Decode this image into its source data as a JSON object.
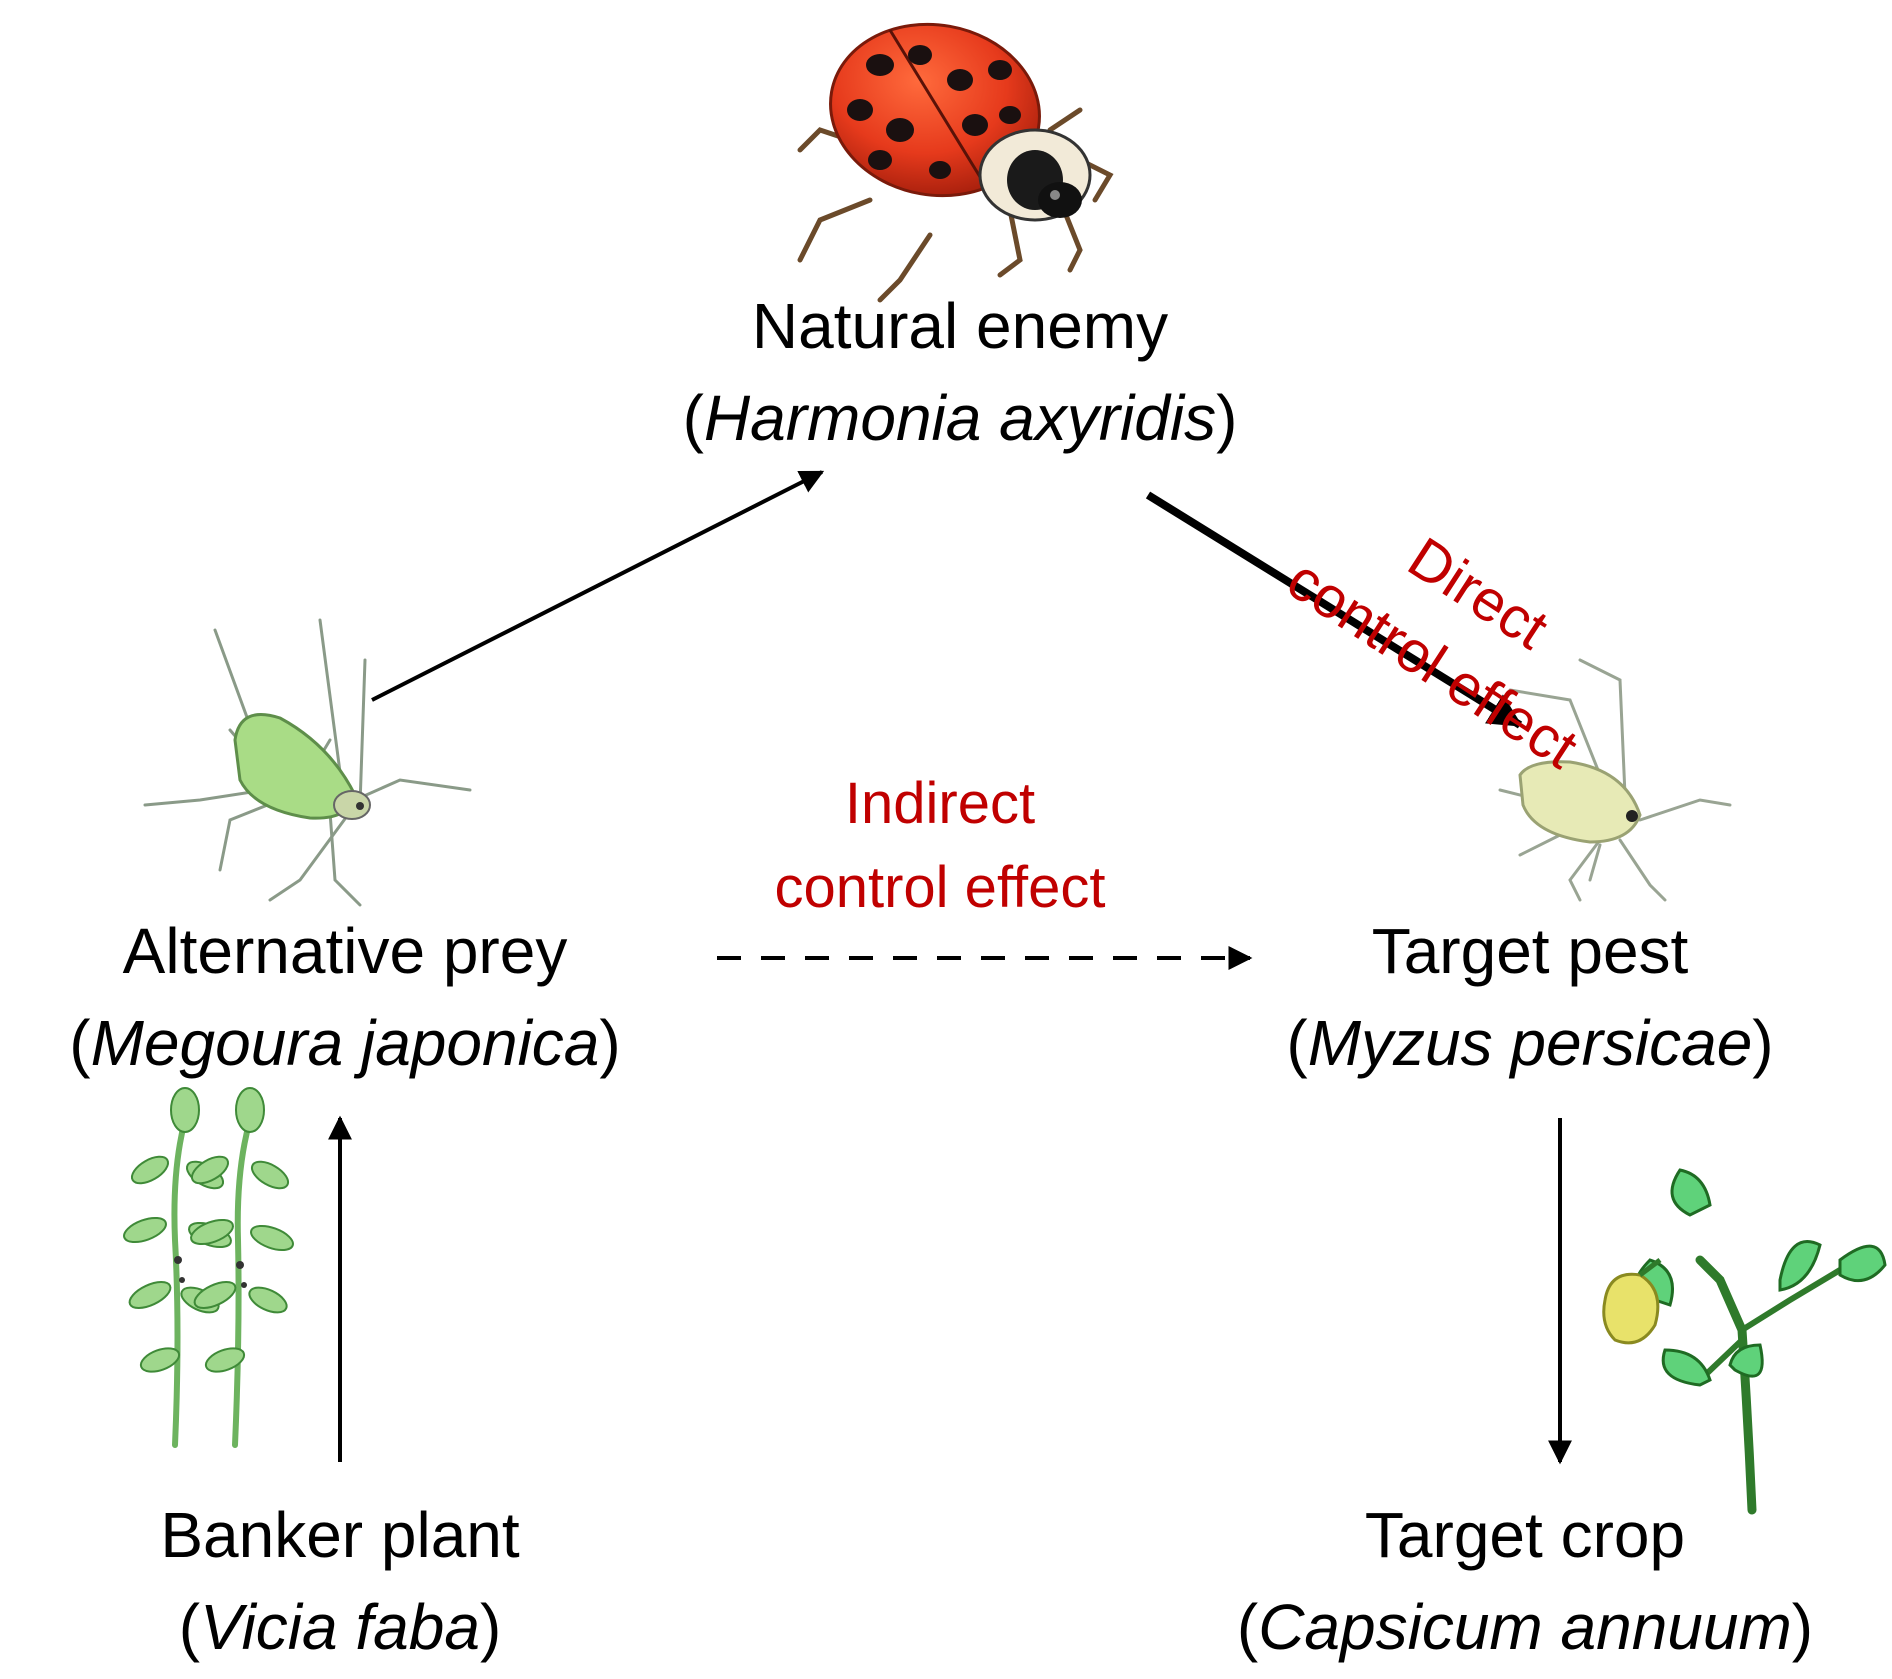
{
  "nodes": {
    "natural_enemy": {
      "label": "Natural enemy",
      "scientific": "Harmonia axyridis"
    },
    "alternative_prey": {
      "label": "Alternative prey",
      "scientific": "Megoura japonica"
    },
    "target_pest": {
      "label": "Target pest",
      "scientific": "Myzus persicae"
    },
    "banker_plant": {
      "label": "Banker plant",
      "scientific": "Vicia faba"
    },
    "target_crop": {
      "label": "Target crop",
      "scientific": "Capsicum annuum"
    }
  },
  "effects": {
    "direct": {
      "line1": "Direct",
      "line2": "control effect"
    },
    "indirect": {
      "line1": "Indirect",
      "line2": "control effect"
    }
  },
  "colors": {
    "effect_text": "#c00000",
    "arrow": "#000000"
  },
  "illustrations": [
    "ladybird-beetle-icon",
    "green-aphid-icon",
    "pale-aphid-icon",
    "broad-bean-plant-icon",
    "pepper-plant-icon"
  ]
}
